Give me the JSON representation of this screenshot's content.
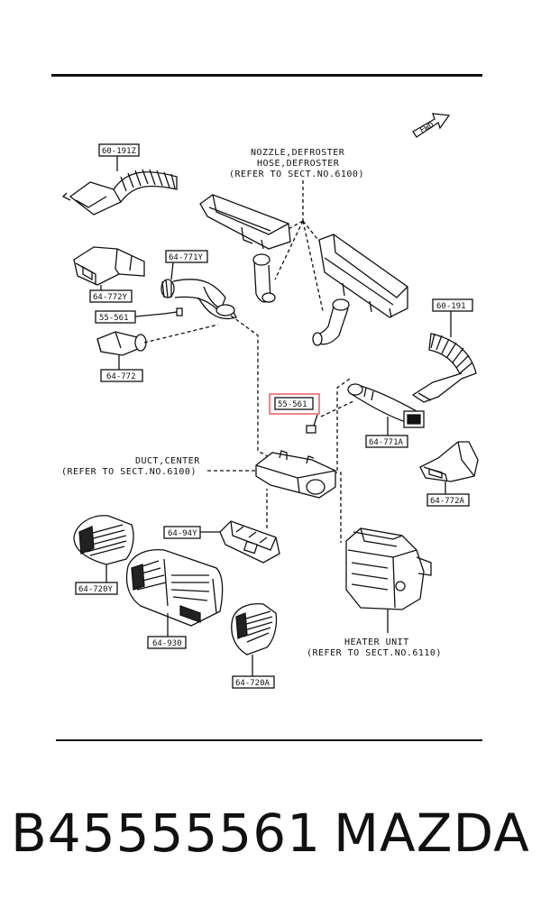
{
  "header": {
    "fwd_badge": "FWD"
  },
  "labels": {
    "p_60_191z": "60-191Z",
    "p_64_771y": "64-771Y",
    "p_64_772y": "64-772Y",
    "p_55_561_left": "55-561",
    "p_64_772": "64-772",
    "p_55_561_highlight": "55-561",
    "p_60_191": "60-191",
    "p_64_771a": "64-771A",
    "p_64_772a": "64-772A",
    "p_64_94y": "64-94Y",
    "p_64_720y": "64-720Y",
    "p_64_930": "64-930",
    "p_64_720a": "64-720A"
  },
  "notes": {
    "nozzle_1": "NOZZLE,DEFROSTER",
    "nozzle_2": "HOSE,DEFROSTER",
    "nozzle_3": "(REFER TO SECT.NO.6100)",
    "duct_1": "DUCT,CENTER",
    "duct_2": "(REFER TO SECT.NO.6100)",
    "heater_1": "HEATER UNIT",
    "heater_2": "(REFER TO SECT.NO.6110)"
  },
  "highlight_color": "#e8505b",
  "footer": {
    "part_number": "B45555561",
    "brand": "MAZDA"
  }
}
